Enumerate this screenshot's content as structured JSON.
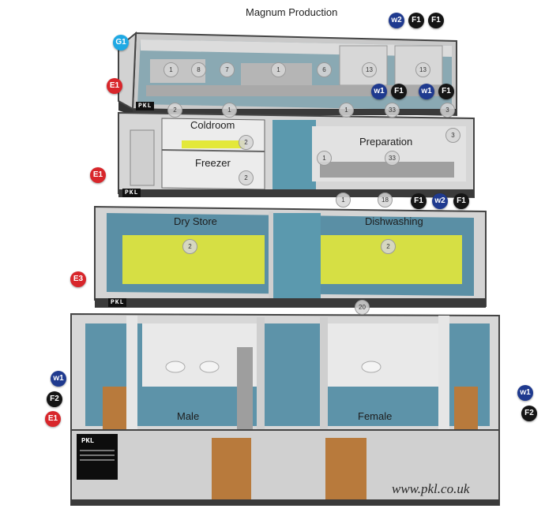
{
  "title": "Magnum Production",
  "rooms": {
    "coldroom": "Coldroom",
    "freezer": "Freezer",
    "preparation": "Preparation",
    "dry_store": "Dry Store",
    "dishwashing": "Dishwashing",
    "male": "Male",
    "female": "Female"
  },
  "markers": {
    "top_w2": "w2",
    "top_f1a": "F1",
    "top_f1b": "F1",
    "g1": "G1",
    "e1_top": "E1",
    "w1_a": "w1",
    "f1_a": "F1",
    "w1_b": "w1",
    "f1_b": "F1",
    "e1_mid": "E1",
    "mid_f1a": "F1",
    "mid_w2": "w2",
    "mid_f1b": "F1",
    "e3": "E3",
    "left_w1": "w1",
    "left_f2": "F2",
    "left_e1": "E1",
    "right_w1": "w1",
    "right_f2": "F2"
  },
  "equipment_numbers": {
    "n1": "1",
    "n2": "8",
    "n3": "7",
    "n4": "1",
    "n5": "6",
    "n6": "13",
    "n7": "13",
    "n8": "2",
    "n9": "1",
    "n10": "1",
    "n11": "33",
    "n12": "3",
    "n13": "2",
    "n14": "2",
    "n15": "1",
    "n16": "33",
    "n17": "3",
    "n18": "1",
    "n19": "18",
    "n20": "2",
    "n21": "2",
    "n22": "20"
  },
  "logo_text": "PKL",
  "website": "www.pkl.co.uk",
  "colors": {
    "floor": "#4f8fa6",
    "wall": "#d9d9d9",
    "frame": "#4a4a4a",
    "shelving": "#e3e83a",
    "door": "#b87a3c",
    "marker_blue": "#1f3a8f",
    "marker_black": "#151515",
    "marker_red": "#d8262b",
    "marker_cyan": "#1fa9e4"
  }
}
